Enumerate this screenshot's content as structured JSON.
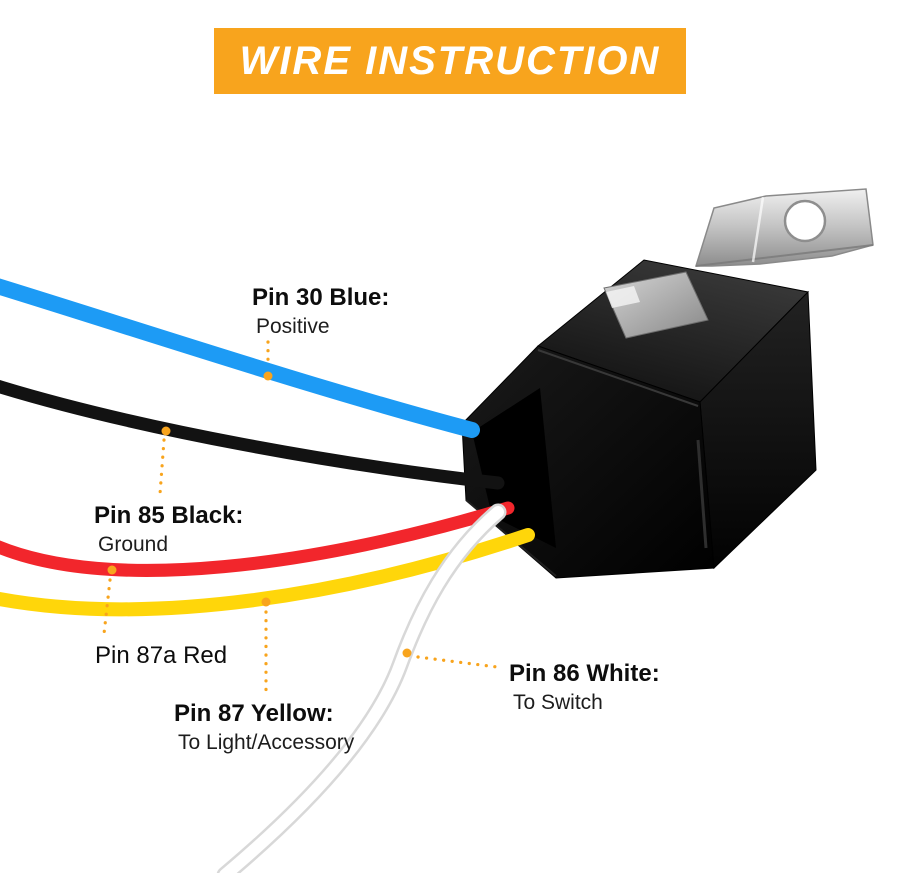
{
  "banner": {
    "title": "WIRE INSTRUCTION",
    "bg": "#F8A41D",
    "fg": "#FFFFFF"
  },
  "accent": "#F8A41D",
  "wires": {
    "blue": "#1D9BF5",
    "black": "#121212",
    "red": "#F2262C",
    "yellow": "#FFD60A",
    "white": "#FFFFFF",
    "white_edge": "#D8D8D8"
  },
  "relay": {
    "body_color": "#0B0B0B",
    "tab_color": "#C9C9C9",
    "sticker_color": "#AFAFAF"
  },
  "labels": {
    "pin30": {
      "title": "Pin 30 Blue:",
      "subtitle": "Positive"
    },
    "pin85": {
      "title": "Pin 85 Black:",
      "subtitle": "Ground"
    },
    "pin87a": {
      "title": "Pin 87a Red"
    },
    "pin87": {
      "title": "Pin 87 Yellow:",
      "subtitle": "To Light/Accessory"
    },
    "pin86": {
      "title": "Pin 86 White:",
      "subtitle": "To Switch"
    }
  }
}
